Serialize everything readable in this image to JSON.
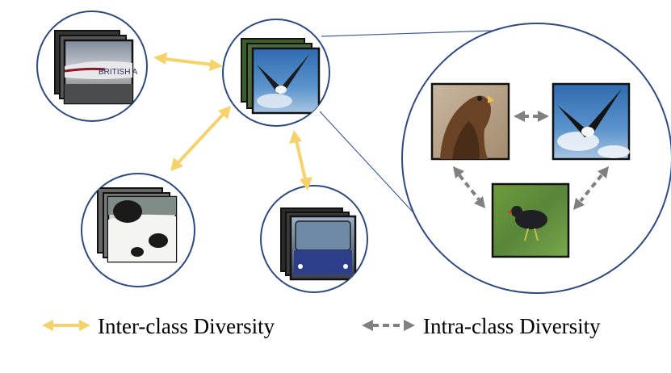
{
  "colors": {
    "circle_stroke": "#2e4a82",
    "connector": "#3f5f9e",
    "inter_arrow": "#f6d36a",
    "intra_arrow": "#808080",
    "frame": "#1a1a1a"
  },
  "nodes": [
    {
      "id": "airplane",
      "label": "BRITISH A"
    },
    {
      "id": "bird-flying"
    },
    {
      "id": "cow"
    },
    {
      "id": "bus"
    }
  ],
  "zoom_images": [
    {
      "id": "eagle"
    },
    {
      "id": "frigatebird"
    },
    {
      "id": "moorhen"
    }
  ],
  "legend": {
    "inter": "Inter-class Diversity",
    "intra": "Intra-class Diversity"
  }
}
